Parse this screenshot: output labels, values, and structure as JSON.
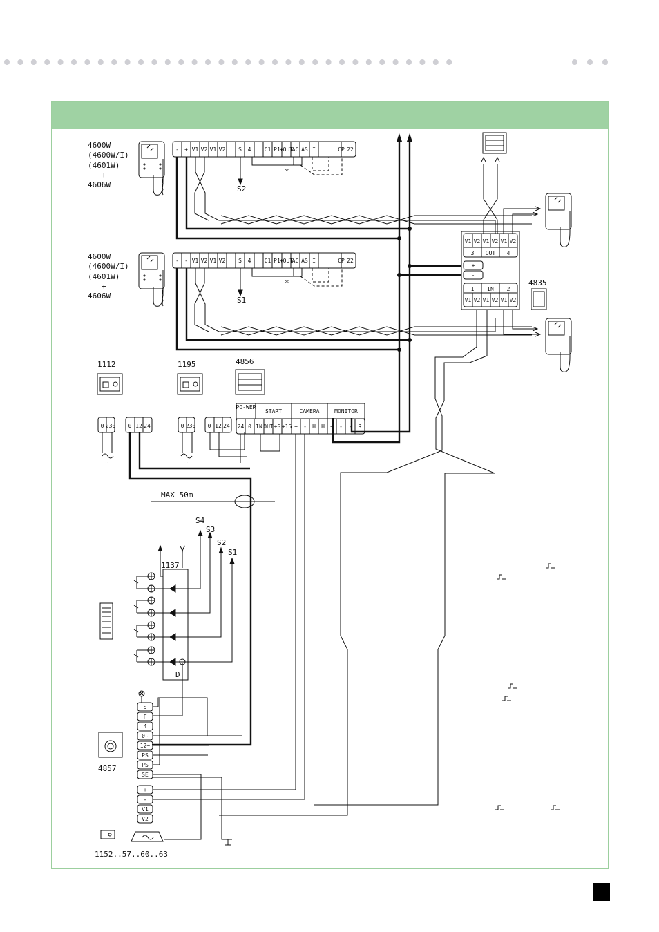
{
  "units": {
    "u1": {
      "lines": [
        "4600W",
        "(4600W/I)",
        "(4601W)",
        "+",
        "4606W"
      ]
    },
    "u2": {
      "lines": [
        "4600W",
        "(4600W/I)",
        "(4601W)",
        "+",
        "4606W"
      ]
    }
  },
  "terminals_monitor_1": [
    "-",
    "+",
    "V1",
    "V2",
    "V1",
    "V2",
    "S",
    "4",
    "C1",
    "P1",
    "+OUT",
    "AC",
    "AS",
    "I",
    "",
    "CP",
    "22"
  ],
  "terminals_monitor_2": [
    "-",
    "-",
    "V1",
    "V2",
    "V1",
    "V2",
    "S",
    "4",
    "C1",
    "P1",
    "+OUT",
    "AC",
    "AS",
    "I",
    "",
    "CP",
    "22"
  ],
  "signals": {
    "s1": "S1",
    "s2": "S2",
    "s3": "S3",
    "s4": "S4",
    "s2_top": "S2",
    "s1_mid": "S1"
  },
  "labels": {
    "psu_1112": "1112",
    "psu_1195": "1195",
    "controller_4856": "4856",
    "distributor_4835": "4835",
    "max_cable": "MAX 50m",
    "module_1137": "1137",
    "doorstation_4857": "4857",
    "locks": "1152..57..60..63",
    "diode_d": "D"
  },
  "controller_groups": [
    "PO-WER",
    "START",
    "CAMERA",
    "MONITOR"
  ],
  "controller_terminals": [
    "24",
    "0",
    "IN",
    "OUT",
    "+S",
    "+15",
    "+",
    "-",
    "H",
    "H",
    "+",
    "-",
    "-",
    "R"
  ],
  "psu_1112_terminals": [
    "0",
    "230",
    "0",
    "12",
    "24"
  ],
  "psu_1195_terminals": [
    "0",
    "230",
    "0",
    "12",
    "24"
  ],
  "distributor_out": [
    "V1",
    "V2",
    "V1",
    "V2",
    "V1",
    "V2",
    "3",
    "OUT",
    "4"
  ],
  "distributor_in": [
    "1",
    "IN",
    "2",
    "V1",
    "V2",
    "V1",
    "V2",
    "V1",
    "V2"
  ],
  "distributor_power": [
    "+",
    "-"
  ],
  "doorstation_terminals": [
    "S",
    "Γ",
    "4",
    "0~",
    "12~",
    "PS",
    "PS",
    "SE",
    "+",
    "-",
    "V1",
    "V2"
  ],
  "ac_symbol": "~",
  "star": "*",
  "page": {
    "number": ""
  }
}
